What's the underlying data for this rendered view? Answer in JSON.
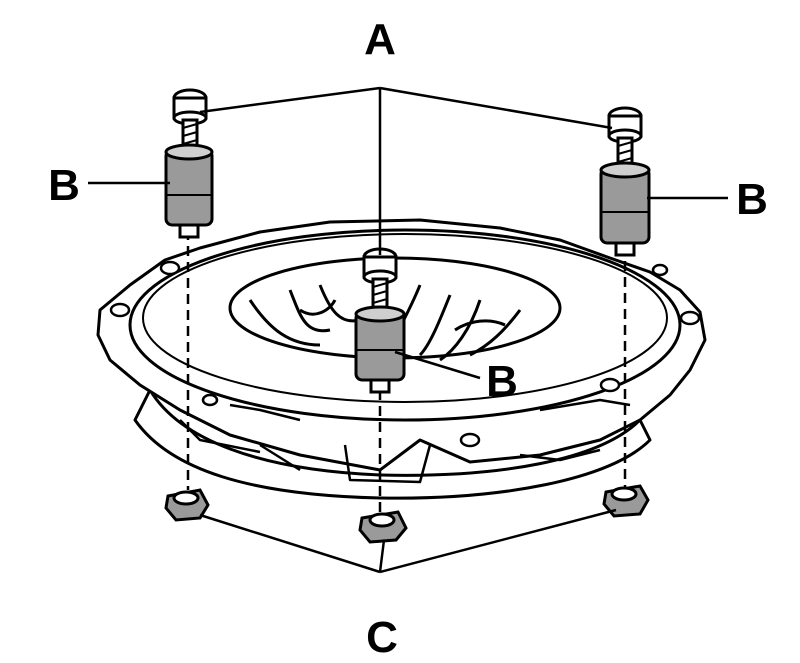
{
  "callouts": {
    "a": "A",
    "b_left": "B",
    "b_right": "B",
    "b_center": "B",
    "c": "C"
  },
  "colors": {
    "ink": "#000000",
    "spacer_fill": "#9a9a9a",
    "paper": "#ffffff"
  }
}
